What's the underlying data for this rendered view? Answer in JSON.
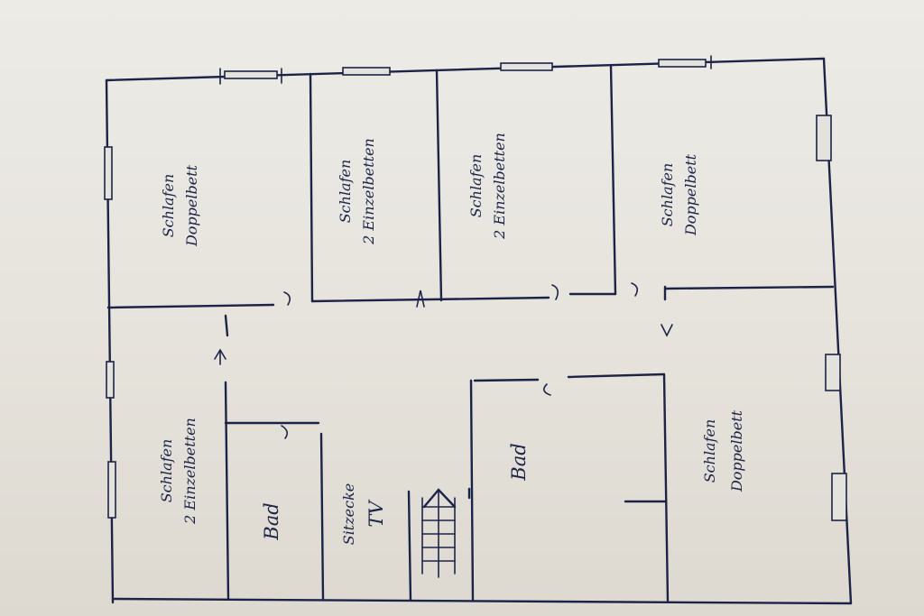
{
  "rooms": {
    "r1": {
      "line1": "Schlafen",
      "line2": "Doppelbett"
    },
    "r2": {
      "line1": "Schlafen",
      "line2": "2 Einzelbetten"
    },
    "r3": {
      "line1": "Schlafen",
      "line2": "2 Einzelbetten"
    },
    "r4": {
      "line1": "Schlafen",
      "line2": "Doppelbett"
    },
    "r5": {
      "line1": "Schlafen",
      "line2": "2 Einzelbetten"
    },
    "r6": {
      "line1": "Schlafen",
      "line2": "Doppelbett"
    },
    "bath_left": "Bad",
    "bath_mid": "Bad",
    "living": {
      "line1": "Sitzecke",
      "line2": "TV"
    }
  },
  "colors": {
    "ink": "#1c2347",
    "paper": "#e9e6df"
  }
}
